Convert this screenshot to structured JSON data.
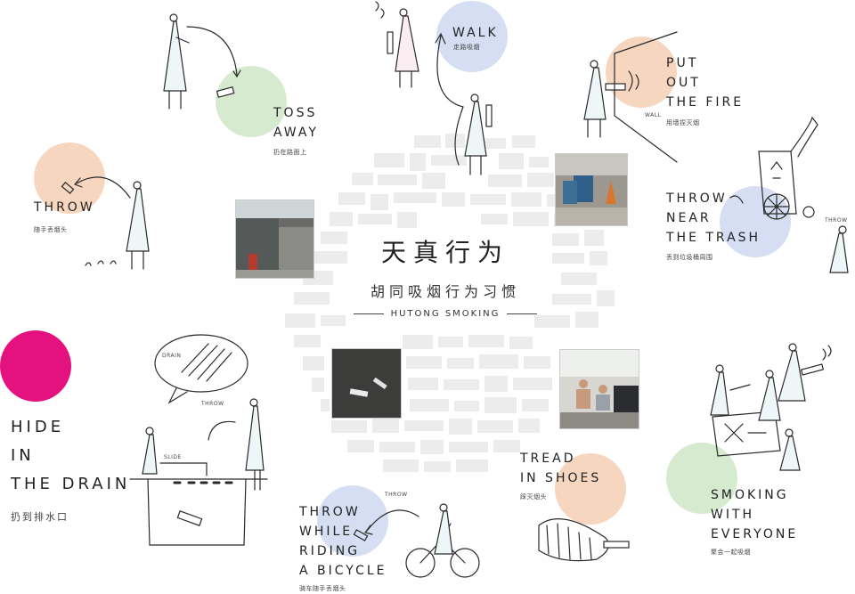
{
  "title": {
    "cn": "天真行为",
    "cn_sub": "胡同吸烟行为习惯",
    "en": "HUTONG SMOKING"
  },
  "behaviors": {
    "toss_away": {
      "lines": [
        "TOSS",
        "AWAY"
      ],
      "cn": "扔在路面上"
    },
    "walk": {
      "lines": [
        "WALK"
      ],
      "cn": "走路吸烟"
    },
    "put_out": {
      "lines": [
        "PUT",
        "OUT",
        "THE FIRE"
      ],
      "cn": "用墙捏灭烟",
      "sketch_label": "WALL"
    },
    "throw": {
      "lines": [
        "THROW"
      ],
      "cn": "随手丢烟头"
    },
    "near_trash": {
      "lines": [
        "THROW",
        "NEAR",
        "THE TRASH"
      ],
      "cn": "丢到垃圾桶周围",
      "sketch_label": "THROW"
    },
    "drain": {
      "lines": [
        "HIDE",
        "IN",
        "THE DRAIN"
      ],
      "cn": "扔到排水口",
      "sketch_labels": [
        "DRAIN",
        "THROW",
        "SLIDE"
      ]
    },
    "bicycle": {
      "lines": [
        "THROW",
        "WHILE",
        "RIDING",
        "A BICYCLE"
      ],
      "cn": "骑车随手丢烟头",
      "sketch_label": "THROW"
    },
    "shoes": {
      "lines": [
        "TREAD",
        "IN SHOES"
      ],
      "cn": "踩灭烟头"
    },
    "everyone": {
      "lines": [
        "SMOKING",
        "WITH",
        "EVERYONE"
      ],
      "cn": "聚会一起吸烟"
    }
  },
  "colors": {
    "green": "#d6ead0",
    "blue": "#d5def2",
    "peach": "#f7d6c0",
    "magenta": "#e4127e",
    "map_gray": "#e8e8e8",
    "ink": "#222222"
  }
}
